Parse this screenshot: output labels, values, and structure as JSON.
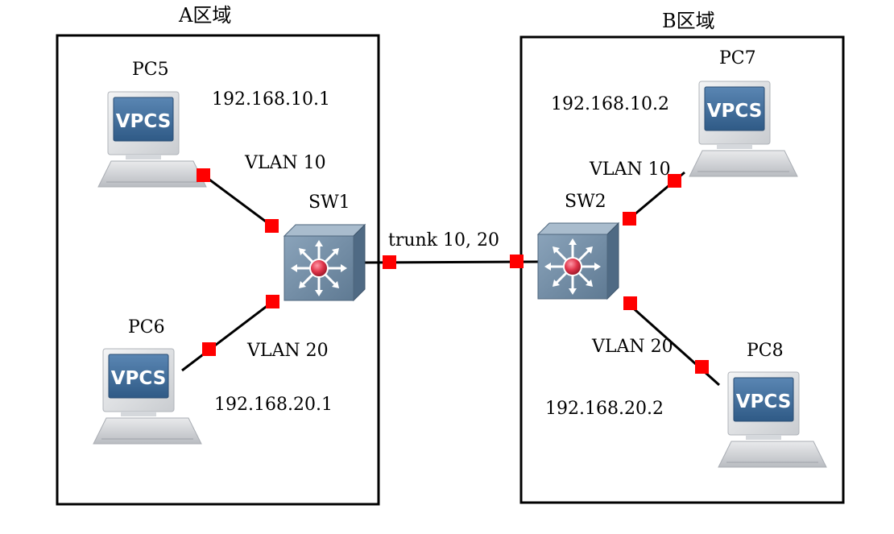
{
  "zones": {
    "a": {
      "label": "A区域"
    },
    "b": {
      "label": "B区域"
    }
  },
  "pcs": {
    "pc5": {
      "name": "PC5",
      "ip": "192.168.10.1",
      "screen_text": "VPCS"
    },
    "pc6": {
      "name": "PC6",
      "ip": "192.168.20.1",
      "screen_text": "VPCS"
    },
    "pc7": {
      "name": "PC7",
      "ip": "192.168.10.2",
      "screen_text": "VPCS"
    },
    "pc8": {
      "name": "PC8",
      "ip": "192.168.20.2",
      "screen_text": "VPCS"
    }
  },
  "switches": {
    "sw1": {
      "name": "SW1"
    },
    "sw2": {
      "name": "SW2"
    }
  },
  "links": {
    "sw1_pc5_vlan": "VLAN 10",
    "sw1_pc6_vlan": "VLAN 20",
    "sw2_pc7_vlan": "VLAN 10",
    "sw2_pc8_vlan": "VLAN 20",
    "trunk": "trunk 10, 20"
  },
  "colors": {
    "port": "#ff0000",
    "link": "#000000",
    "screen": "#3e6b98",
    "switch_body": "#6f8aa3",
    "switch_core": "#e0344a"
  }
}
